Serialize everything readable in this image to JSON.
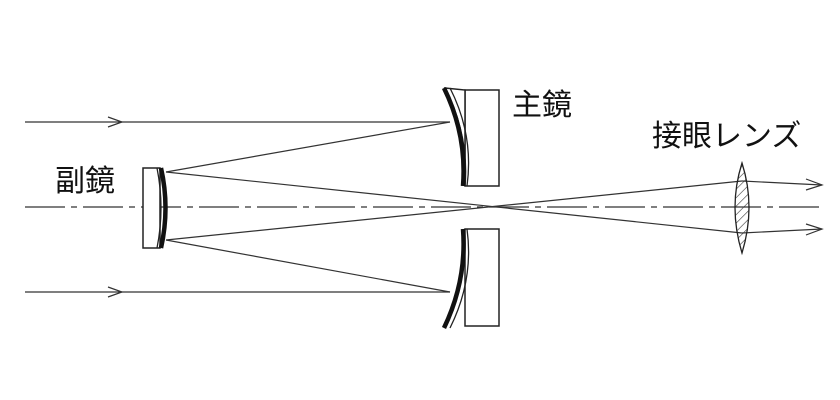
{
  "labels": {
    "primary_mirror": "主鏡",
    "secondary_mirror": "副鏡",
    "eyepiece_lens": "接眼レンズ"
  },
  "colors": {
    "line": "#333333",
    "mirror": "#111111",
    "lens_hatch": "#333333",
    "background": "#ffffff"
  }
}
